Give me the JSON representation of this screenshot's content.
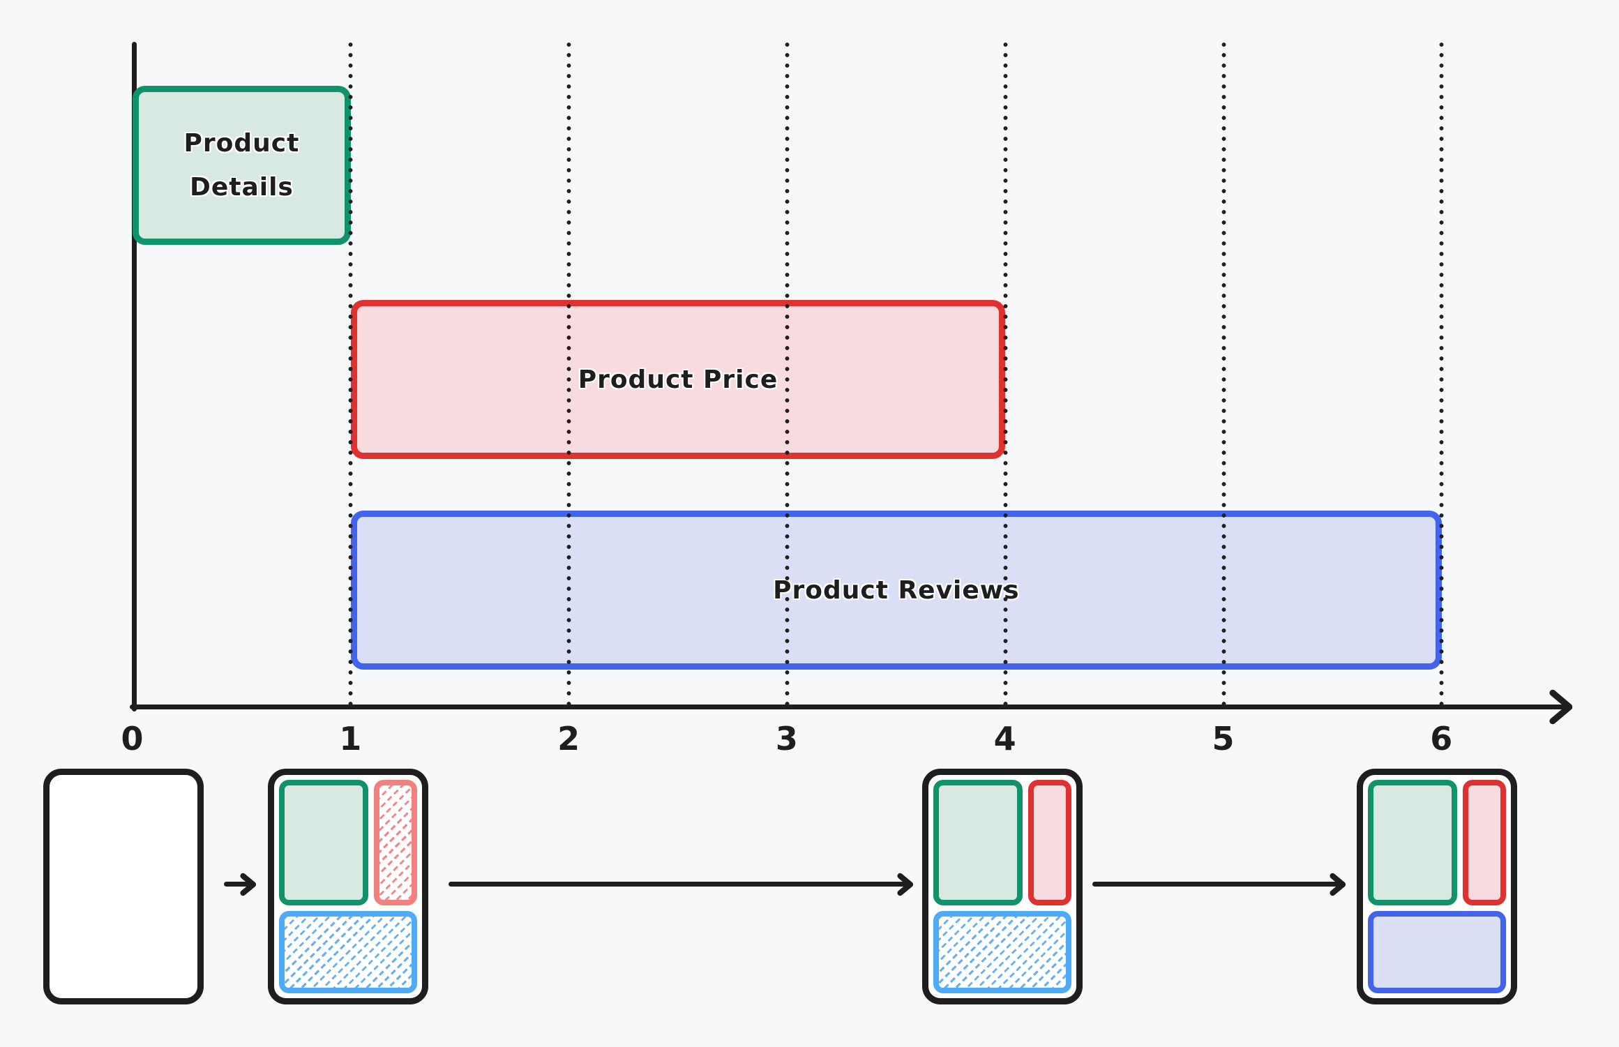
{
  "colors": {
    "background": "#f7f8fa",
    "ink": "#1e1e1e",
    "green_border": "#10936a",
    "green_fill": "#d8e9e2",
    "red_border": "#e03131",
    "red_fill": "#f7dbde",
    "blue_border": "#4263eb",
    "blue_fill": "#dbdff6",
    "salmon_border": "#f2807f",
    "sky_border": "#4dabf7",
    "card_bg": "#ffffff"
  },
  "chart": {
    "x_ticks": [
      "0",
      "1",
      "2",
      "3",
      "4",
      "5",
      "6"
    ],
    "bars": [
      {
        "label": "Product Details",
        "start": 0,
        "end": 1,
        "border": "#10936a",
        "fill": "#d8e9e2"
      },
      {
        "label": "Product Price",
        "start": 1,
        "end": 4,
        "border": "#e03131",
        "fill": "#f7dbde"
      },
      {
        "label": "Product Reviews",
        "start": 1,
        "end": 6,
        "border": "#4263eb",
        "fill": "#dbdff6"
      }
    ]
  },
  "chart_data": {
    "type": "bar",
    "subtype": "horizontal-gantt-timeline",
    "title": "",
    "xlabel": "",
    "ylabel": "",
    "x_ticks": [
      0,
      1,
      2,
      3,
      4,
      5,
      6
    ],
    "xlim": [
      0,
      6.6
    ],
    "grid": "vertical-dotted",
    "legend": "none",
    "series": [
      {
        "name": "Product Details",
        "start": 0,
        "end": 1,
        "color": "#10936a"
      },
      {
        "name": "Product Price",
        "start": 1,
        "end": 4,
        "color": "#e03131"
      },
      {
        "name": "Product Reviews",
        "start": 1,
        "end": 6,
        "color": "#4263eb"
      }
    ]
  },
  "sequence": {
    "cards": [
      {
        "name": "empty-page",
        "blocks": []
      },
      {
        "name": "skeleton-page",
        "blocks": [
          {
            "kind": "details",
            "state": "loaded"
          },
          {
            "kind": "price",
            "state": "loading"
          },
          {
            "kind": "reviews",
            "state": "loading"
          }
        ]
      },
      {
        "name": "price-loaded-page",
        "blocks": [
          {
            "kind": "details",
            "state": "loaded"
          },
          {
            "kind": "price",
            "state": "loaded"
          },
          {
            "kind": "reviews",
            "state": "loading"
          }
        ]
      },
      {
        "name": "complete-page",
        "blocks": [
          {
            "kind": "details",
            "state": "loaded"
          },
          {
            "kind": "price",
            "state": "loaded"
          },
          {
            "kind": "reviews",
            "state": "loaded"
          }
        ]
      }
    ]
  }
}
